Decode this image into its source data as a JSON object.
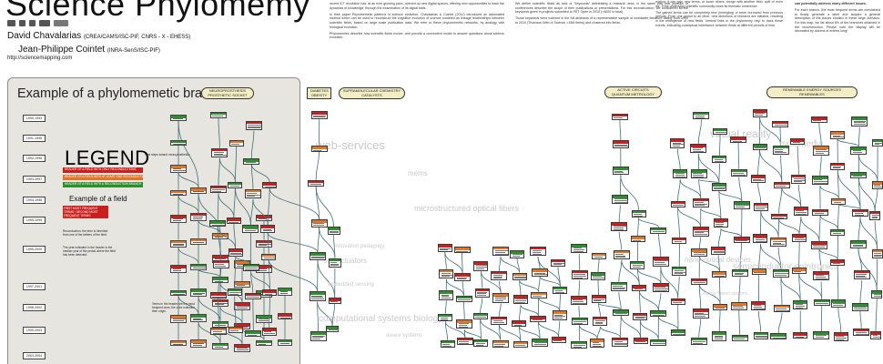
{
  "header": {
    "title": "Science Phylomemy",
    "logos": [
      "logo-a",
      "logo-b",
      "logo-c",
      "logo-d",
      "logo-e"
    ],
    "authors": [
      {
        "name": "David Chavalarias",
        "affiliation": "(CREA/CAMS/ISC-PIF, CNRS - X - EHESS)"
      },
      {
        "name": "Jean-Philippe Cointet",
        "affiliation": "(INRA-SenS/ISC-PIF)"
      }
    ],
    "url": "http://sciencemapping.com"
  },
  "text_columns": [
    {
      "paragraphs": [
        "recent ICT revolution has, at an ever growing pace, opened up new digital spaces, offering new opportunities to track the dynamics of knowledge, through the examination of its digital trails.",
        "In their paper Phylomemetic patterns in science evolution, Chavalarias & Cointet (2012) introduced an automated method which can be used to reconstruct the cognitive evolution of science modeled as lineage relationships between scientific fields, based on large scale publication data. We refer to these phylomemetic networks, by analogy with biological evolution.",
        "Phylomemies describe how scientific fields evolve, and provide a convenient model to answer questions about science evolution."
      ]
    },
    {
      "paragraphs": [
        "We define scientific fields as sets of \"keywords\" delineating a research area, in the same way that journals or conferences describe the scope of their publications or presentations. For this reconstruction, we considered all the keywords given in projects submitted to FET Open in 2010 (>4000 in total).",
        "Those keywords were indexed in the full abstracts of a representative sample of worldwide literature dating from 1990 to 2010 (Thomson Web of Science >15M items) and clustered into fields."
      ]
    },
    {
      "paragraphs": [
        "mation: it can gain new terms, or loose others, merge with another field, split or even die, if the underlying scientific community loses its thematic coherence.",
        "The gained terms can be completely new (emerging) or been borrowed from previous periods. From one period to an other, new directions of research are initiated, resulting in the emergence of new fields. Vertical links in the phylomemy help to track these events, indicating conceptual inheritance between fields at different periods of time."
      ]
    },
    {
      "paragraphs": [
        "can potentially address many different issues.",
        "For each branch, the most frequent terms are considered to finally generate a label and acquire a general description of the issues studied in these large domains. For this map, we list about 6% of the branches obtained in the reconstruction. Please note the display will be decorated by dozens of entries long!"
      ]
    }
  ],
  "legend_panel": {
    "title": "Example of a phylomemetic branch",
    "legend_heading": "LEGEND",
    "periods": [
      "1990-1994",
      "1991-1995",
      "1992-1996",
      "1993-1997",
      "1994-1998",
      "1995-1999",
      "1995-2000",
      "1997-2001",
      "1998-2002",
      "1999-2003",
      "2003-2004"
    ],
    "legend_rows": [
      {
        "text": "HEADER OF A FIELD WITH ONLY RECONDUCTIONS",
        "color": "#c8201f"
      },
      {
        "text": "HEADER OF A FIELD WITH AT LEAST ONE RECONDUCTION",
        "color": "#e0762a"
      },
      {
        "text": "HEADER OF A FIELD WITH A RECONDUCTION BRANCH",
        "color": "#2f8f2f"
      }
    ],
    "example_field_title": "Example of a field",
    "example_field_notes": [
      "FIRST MOST FREQUENT TERMS / SECOND MOST FREQUENT TERMS",
      "Reconduction: the term is inherited from one of the fathers of the field.",
      "The year indicated in the header is the median year of the period where the field has been detected."
    ],
    "annotation": "Terms in the header are the most frequent ones; the color indicates their origin.",
    "first_steps_note": "Find steps toward neuroprosthetics"
  },
  "branch_labels": [
    {
      "text": "NEUROPROSTHESIS PROSTHETIC SOCKET",
      "shape": "pill"
    },
    {
      "text": "DIABETES OBESITY",
      "shape": "box"
    },
    {
      "text": "SUPRAMOLECULAR CHEMISTRY CATALYSTS",
      "shape": "pill"
    },
    {
      "text": "ACTIVE CIRCUITS QUANTUM METROLOGY",
      "shape": "pill"
    },
    {
      "text": "RENEWABLE ENERGY SOURCES RENEWABLES",
      "shape": "pill"
    }
  ],
  "watermarks": [
    "web-services",
    "mems",
    "microstructured optical fibers",
    "innovation pedagogy",
    "soft actuators",
    "embedded sensing",
    "computational systems biology",
    "aware systems",
    "nano-optical devices",
    "semiconductor spintronics",
    "virtual reality",
    "multimedia",
    "sensor fusion systems"
  ],
  "colors": {
    "panel_bg": "#e7e5df",
    "label_bg": "#f3edc4",
    "edge": "#3f6f78",
    "header_red": "#c8201f",
    "header_orange": "#e0762a",
    "header_green": "#2f8f2f",
    "watermark": "#c9c9c9"
  }
}
